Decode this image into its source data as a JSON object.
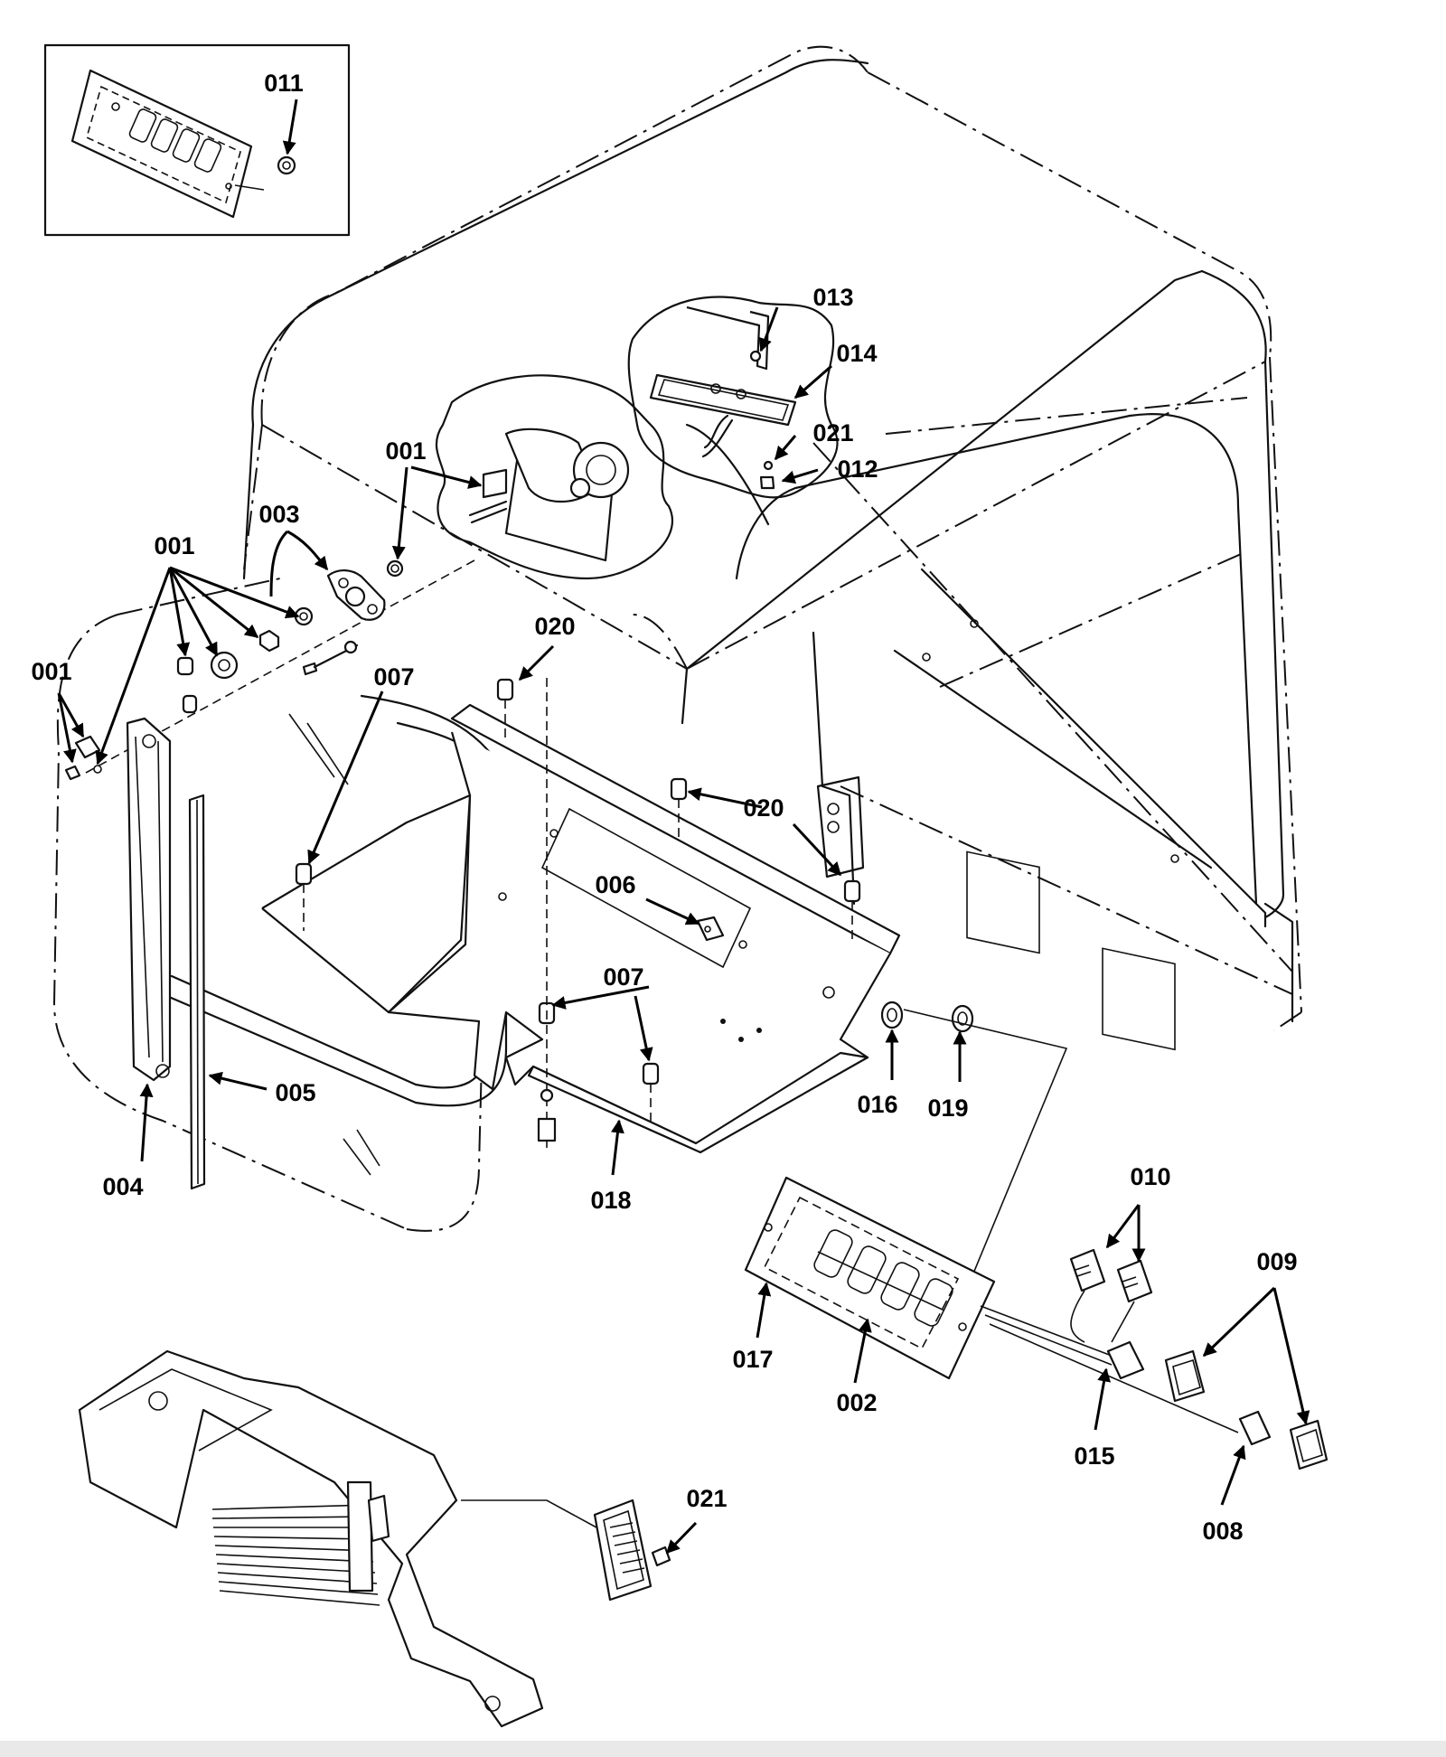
{
  "diagram": {
    "callouts": [
      {
        "id": "c-011",
        "label": "011"
      },
      {
        "id": "c-013",
        "label": "013"
      },
      {
        "id": "c-014",
        "label": "014"
      },
      {
        "id": "c-021a",
        "label": "021"
      },
      {
        "id": "c-012",
        "label": "012"
      },
      {
        "id": "c-001a",
        "label": "001"
      },
      {
        "id": "c-003",
        "label": "003"
      },
      {
        "id": "c-001b",
        "label": "001"
      },
      {
        "id": "c-001c",
        "label": "001"
      },
      {
        "id": "c-020a",
        "label": "020"
      },
      {
        "id": "c-007a",
        "label": "007"
      },
      {
        "id": "c-020b",
        "label": "020"
      },
      {
        "id": "c-006",
        "label": "006"
      },
      {
        "id": "c-007b",
        "label": "007"
      },
      {
        "id": "c-016",
        "label": "016"
      },
      {
        "id": "c-019",
        "label": "019"
      },
      {
        "id": "c-005",
        "label": "005"
      },
      {
        "id": "c-004",
        "label": "004"
      },
      {
        "id": "c-018",
        "label": "018"
      },
      {
        "id": "c-010",
        "label": "010"
      },
      {
        "id": "c-009",
        "label": "009"
      },
      {
        "id": "c-017",
        "label": "017"
      },
      {
        "id": "c-002",
        "label": "002"
      },
      {
        "id": "c-015",
        "label": "015"
      },
      {
        "id": "c-008",
        "label": "008"
      },
      {
        "id": "c-021b",
        "label": "021"
      }
    ]
  }
}
